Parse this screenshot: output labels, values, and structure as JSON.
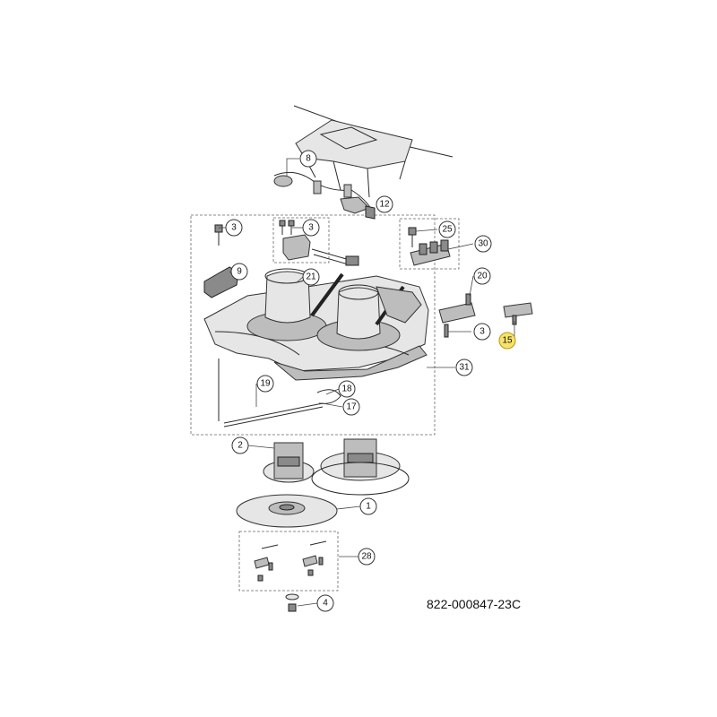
{
  "diagram": {
    "document_number": "822-000847-23C",
    "highlight_color": "#f7e36a",
    "callouts": [
      {
        "id": "c8",
        "label": "8"
      },
      {
        "id": "c12",
        "label": "12"
      },
      {
        "id": "c3a",
        "label": "3"
      },
      {
        "id": "c3b",
        "label": "3"
      },
      {
        "id": "c25",
        "label": "25"
      },
      {
        "id": "c30",
        "label": "30"
      },
      {
        "id": "c9",
        "label": "9"
      },
      {
        "id": "c21",
        "label": "21"
      },
      {
        "id": "c20",
        "label": "20"
      },
      {
        "id": "c3c",
        "label": "3"
      },
      {
        "id": "c15",
        "label": "15",
        "highlighted": true
      },
      {
        "id": "c31",
        "label": "31"
      },
      {
        "id": "c19",
        "label": "19"
      },
      {
        "id": "c18",
        "label": "18"
      },
      {
        "id": "c17",
        "label": "17"
      },
      {
        "id": "c2",
        "label": "2"
      },
      {
        "id": "c1",
        "label": "1"
      },
      {
        "id": "c28",
        "label": "28"
      },
      {
        "id": "c4",
        "label": "4"
      }
    ]
  }
}
